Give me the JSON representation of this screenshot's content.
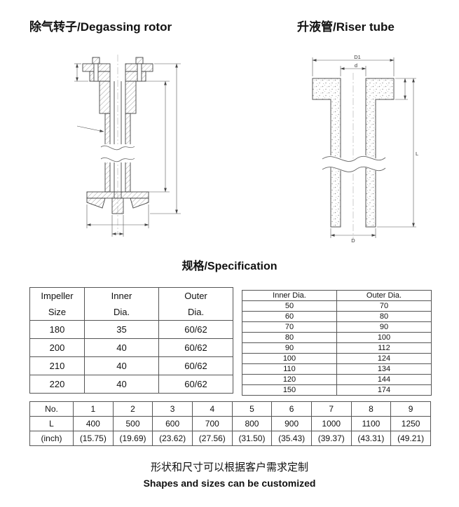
{
  "headings": {
    "degassing_rotor": "除气转子/Degassing rotor",
    "riser_tube": "升液管/Riser tube",
    "specification": "规格/Specification"
  },
  "drawings": {
    "riser": {
      "D1": "D1",
      "d": "d",
      "L": "L",
      "D": "D"
    }
  },
  "impeller_table": {
    "headers": [
      {
        "line1": "Impeller",
        "line2": "Size"
      },
      {
        "line1": "Inner",
        "line2": "Dia."
      },
      {
        "line1": "Outer",
        "line2": "Dia."
      }
    ],
    "rows": [
      [
        "180",
        "35",
        "60/62"
      ],
      [
        "200",
        "40",
        "60/62"
      ],
      [
        "210",
        "40",
        "60/62"
      ],
      [
        "220",
        "40",
        "60/62"
      ]
    ]
  },
  "diameter_table": {
    "headers": [
      "Inner Dia.",
      "Outer Dia."
    ],
    "rows": [
      [
        "50",
        "70"
      ],
      [
        "60",
        "80"
      ],
      [
        "70",
        "90"
      ],
      [
        "80",
        "100"
      ],
      [
        "90",
        "112"
      ],
      [
        "100",
        "124"
      ],
      [
        "110",
        "134"
      ],
      [
        "120",
        "144"
      ],
      [
        "150",
        "174"
      ]
    ]
  },
  "length_table": {
    "rows": [
      [
        "No.",
        "1",
        "2",
        "3",
        "4",
        "5",
        "6",
        "7",
        "8",
        "9"
      ],
      [
        "L",
        "400",
        "500",
        "600",
        "700",
        "800",
        "900",
        "1000",
        "1100",
        "1250"
      ],
      [
        "(inch)",
        "(15.75)",
        "(19.69)",
        "(23.62)",
        "(27.56)",
        "(31.50)",
        "(35.43)",
        "(39.37)",
        "(43.31)",
        "(49.21)"
      ]
    ]
  },
  "footer": {
    "zh": "形状和尺寸可以根据客户需求定制",
    "en": "Shapes and sizes can be customized"
  }
}
